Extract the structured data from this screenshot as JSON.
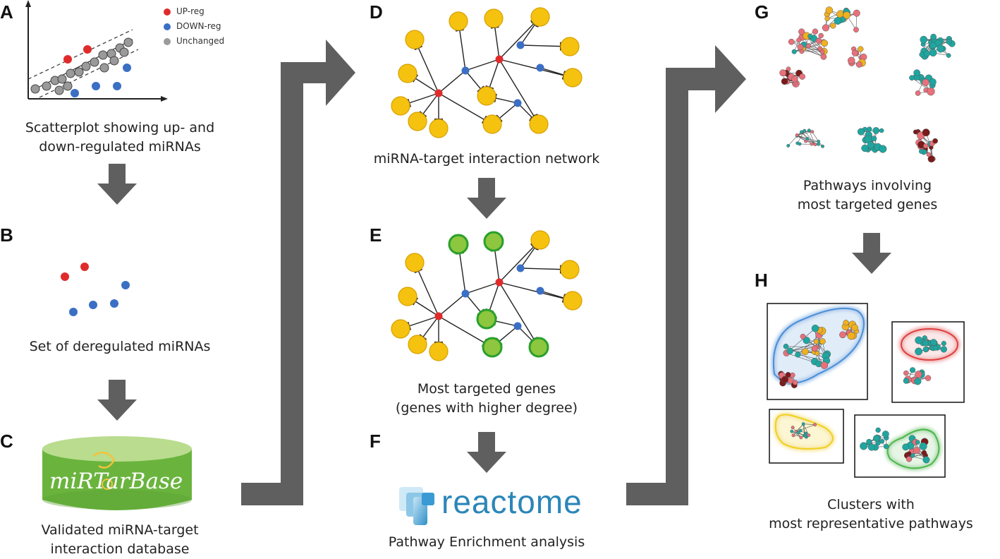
{
  "panels": {
    "A": {
      "label": "A",
      "caption_lines": [
        "Scatterplot showing up- and",
        "down-regulated miRNAs"
      ]
    },
    "B": {
      "label": "B",
      "caption_lines": [
        "Set of deregulated miRNAs"
      ]
    },
    "C": {
      "label": "C",
      "caption_lines": [
        "Validated miRNA-target",
        "interaction database"
      ]
    },
    "D": {
      "label": "D",
      "caption_lines": [
        "miRNA-target interaction network"
      ]
    },
    "E": {
      "label": "E",
      "caption_lines": [
        "Most targeted genes",
        "(genes with higher degree)"
      ]
    },
    "F": {
      "label": "F",
      "caption_lines": [
        "Pathway Enrichment analysis"
      ]
    },
    "G": {
      "label": "G",
      "caption_lines": [
        "Pathways involving",
        "most targeted genes"
      ]
    },
    "H": {
      "label": "H",
      "caption_lines": [
        "Clusters with",
        "most representative pathways"
      ]
    }
  },
  "legend": [
    {
      "label": "UP-reg",
      "color": "#e02b2b"
    },
    {
      "label": "DOWN-reg",
      "color": "#3a6fc4"
    },
    {
      "label": "Unchanged",
      "color": "#9a9a9a"
    }
  ],
  "logos": {
    "mirtarbase": "miRTarBase",
    "reactome": "reactome"
  },
  "colors": {
    "arrow": "#5f5f5f",
    "gene_node": "#f5c210",
    "hub_gene_node": "#8dc63f",
    "hub_gene_ring": "#2aa02a",
    "up_mirna": "#e02b2b",
    "down_mirna": "#3a6fc4",
    "unchanged": "#9a9a9a",
    "db_green": "#6ab43e",
    "db_top": "#b9dc8e",
    "cluster_blue": "#4a90d9",
    "cluster_red": "#e04040",
    "cluster_yellow": "#f0d020",
    "cluster_green": "#4cb84c",
    "path_teal": "#1fa6a0",
    "path_pink": "#e8707a",
    "path_yellow": "#f0b020",
    "path_brown": "#7a1a1a"
  }
}
